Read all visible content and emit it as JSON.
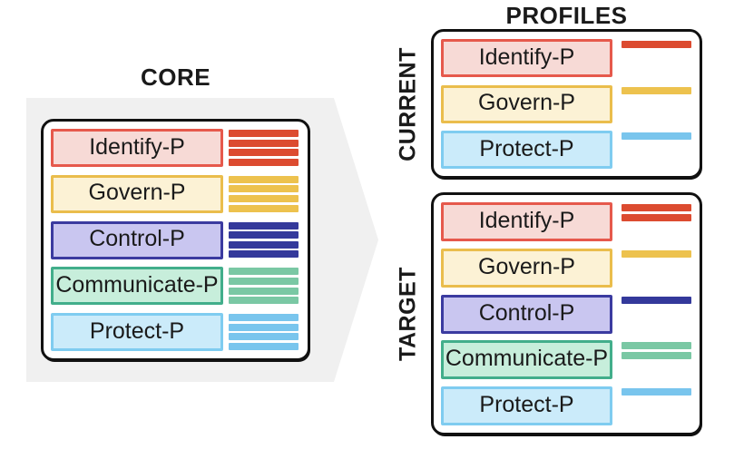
{
  "colors": {
    "arrow_fill": "#F0F0F0",
    "outline": "#111111",
    "text": "#1A1A1A",
    "background": "#FFFFFF"
  },
  "core": {
    "title": "CORE",
    "functions": [
      {
        "label": "Identify-P",
        "fill": "#F7DAD6",
        "border": "#E6594C",
        "bar_color": "#DC4B30",
        "bar_count": 4
      },
      {
        "label": "Govern-P",
        "fill": "#FCF2D5",
        "border": "#EABD4C",
        "bar_color": "#EDC24E",
        "bar_count": 4
      },
      {
        "label": "Control-P",
        "fill": "#C9C6F0",
        "border": "#3B3BA0",
        "bar_color": "#34399B",
        "bar_count": 4
      },
      {
        "label": "Communicate-P",
        "fill": "#C7EEDB",
        "border": "#42AE8B",
        "bar_color": "#7AC8A4",
        "bar_count": 4
      },
      {
        "label": "Protect-P",
        "fill": "#CBEBFA",
        "border": "#7FCCF0",
        "bar_color": "#79C5ED",
        "bar_count": 4
      }
    ]
  },
  "profiles": {
    "title": "PROFILES",
    "boxes": [
      {
        "label": "CURRENT",
        "rows": [
          {
            "label": "Identify-P",
            "fill": "#F7DAD6",
            "border": "#E6594C",
            "bar_color": "#DC4B30",
            "bar_count": 1
          },
          {
            "label": "Govern-P",
            "fill": "#FCF2D5",
            "border": "#EABD4C",
            "bar_color": "#EDC24E",
            "bar_count": 1
          },
          {
            "label": "Protect-P",
            "fill": "#CBEBFA",
            "border": "#7FCCF0",
            "bar_color": "#79C5ED",
            "bar_count": 1
          }
        ]
      },
      {
        "label": "TARGET",
        "rows": [
          {
            "label": "Identify-P",
            "fill": "#F7DAD6",
            "border": "#E6594C",
            "bar_color": "#DC4B30",
            "bar_count": 2
          },
          {
            "label": "Govern-P",
            "fill": "#FCF2D5",
            "border": "#EABD4C",
            "bar_color": "#EDC24E",
            "bar_count": 1
          },
          {
            "label": "Control-P",
            "fill": "#C9C6F0",
            "border": "#3B3BA0",
            "bar_color": "#34399B",
            "bar_count": 1
          },
          {
            "label": "Communicate-P",
            "fill": "#C7EEDB",
            "border": "#42AE8B",
            "bar_color": "#7AC8A4",
            "bar_count": 2
          },
          {
            "label": "Protect-P",
            "fill": "#CBEBFA",
            "border": "#7FCCF0",
            "bar_color": "#79C5ED",
            "bar_count": 1
          }
        ]
      }
    ]
  }
}
